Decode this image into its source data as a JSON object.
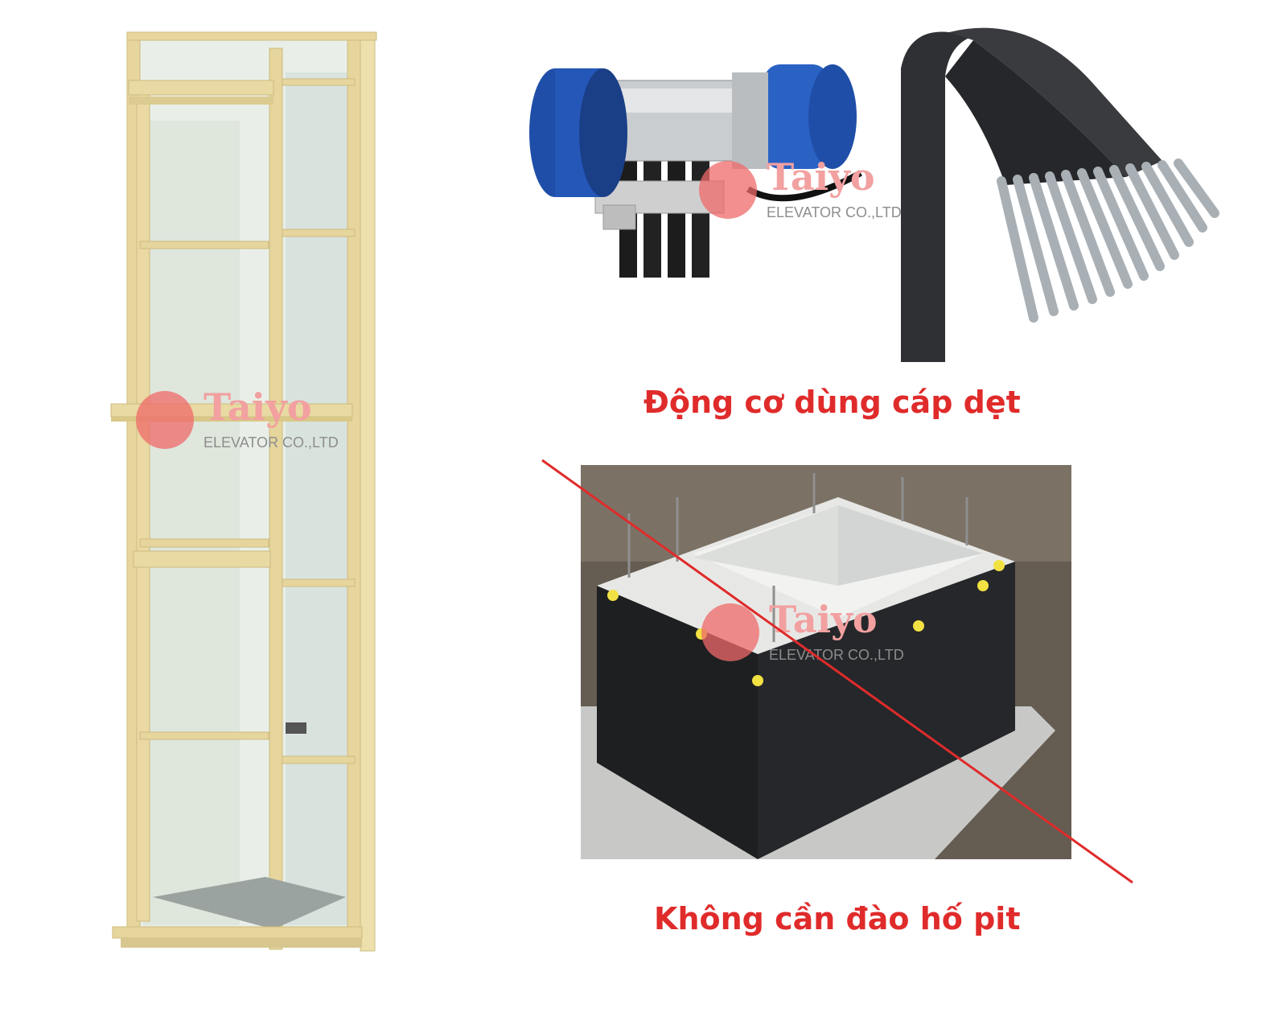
{
  "captions": {
    "motor": "Động cơ dùng cáp dẹt",
    "pit": "Không cần đào hố pit"
  },
  "watermark": {
    "brand": "Taiyo",
    "sub": "ELEVATOR CO.,LTD"
  },
  "colors": {
    "caption": "#e02b2b",
    "frame_gold": "#e6d59c",
    "strike_line": "#e02b2b",
    "motor_blue": "#1f4ea8"
  }
}
